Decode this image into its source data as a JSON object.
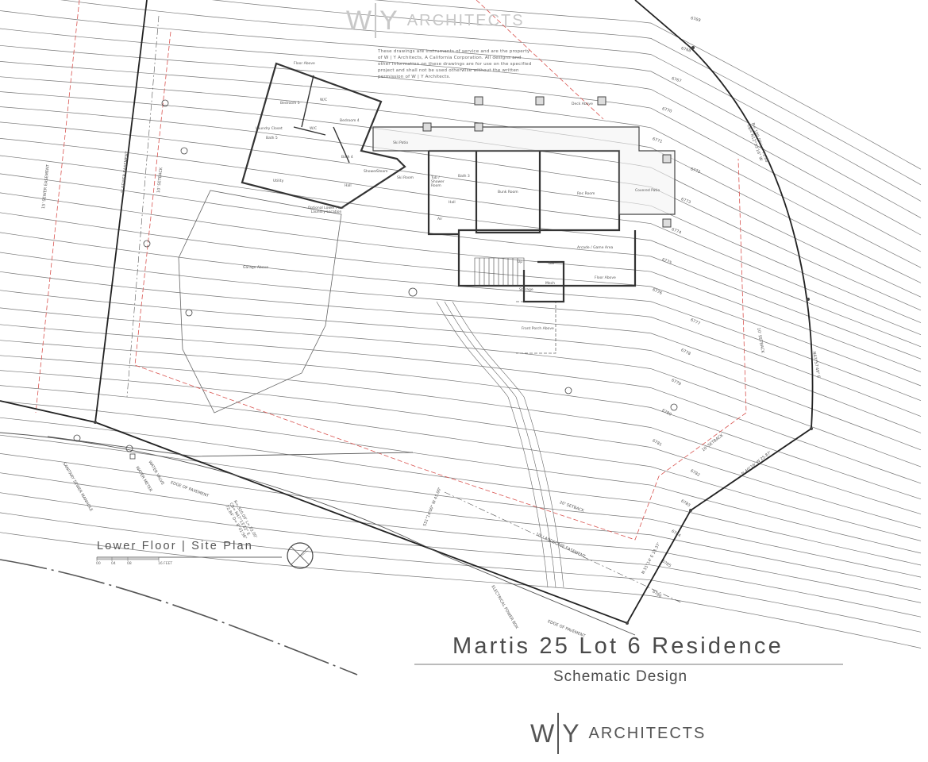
{
  "watermark": {
    "mark_left": "W",
    "mark_right": "Y",
    "firm": "ARCHITECTS"
  },
  "disclaimer": "These drawings are instruments of service and are the property of W | Y Architects, A California Corporation. All designs and other information on these drawings are for use on the specified project and shall not be used otherwise without the written permission of W | Y Architects.",
  "rooms": {
    "floor_above_top": "Floor Above",
    "bedroom5": "Bedroom 5",
    "bedroom4": "Bedroom 4",
    "wc1": "W/C",
    "wc2": "W/C",
    "laundry": "Laundry Closet",
    "bath5": "Bath 5",
    "bath4": "Bath 4",
    "shower": "Shower",
    "steam": "Steam",
    "utility": "Utility",
    "hall1": "Hall",
    "optional_laundry": "Optional Lower Floor Laundry Location",
    "ski_patio": "Ski Patio",
    "ski_room": "Ski Room",
    "tub_shower": "Tub / Shower Room",
    "bath3": "Bath 3",
    "hall2": "Hall",
    "air": "Air",
    "bunk_room": "Bunk Room",
    "rec_room": "Rec Room",
    "covered_patio": "Covered Patio",
    "deck_above": "Deck Above",
    "arcade": "Arcade / Game Area",
    "bar": "Bar",
    "up": "Up",
    "mech": "Mech",
    "storage": "Storage",
    "floor_above": "Floor Above",
    "garage_above": "Garage Above",
    "front_porch_above": "Front Porch Above"
  },
  "site": {
    "sewer_easement_15": "15' SEWER EASEMENT",
    "sewer_easement_5": "5' SEWER EASEMENT",
    "setback_10_left": "10' SETBACK",
    "setback_10_right": "10' SETBACK",
    "setback_10_lower": "10' SETBACK",
    "setback_20": "20' SETBACK",
    "landscape_easement": "10' LANDSCAPE EASEMENT",
    "edge_pavement_1": "EDGE OF PAVEMENT",
    "edge_pavement_2": "EDGE OF PAVEMENT",
    "sewer_manhole": "SANITARY SEWER MANHOLE",
    "water_meter": "WATER METER",
    "water_valve": "WATER VALVE",
    "power_box": "ELECTRICAL POWER BOX",
    "bearing_front": "S51°14'00\" W 45.00'",
    "curve_front": "R= 320.00' L= 72.00' CB= N47°13'32\" E 72.84' D= 8°01'36\"",
    "curve_right": "R= 100.00' L= 71.88' CB= N12°33'16\" W",
    "bearing_right": "N63°57'49\" E",
    "bearing_lower_right": "N 40°16' W 25.87'",
    "bearing_corner": "N 51°14' E 33.37'",
    "contours": [
      "6769",
      "6768",
      "6767",
      "6770",
      "6771",
      "6772",
      "6773",
      "6774",
      "6775",
      "6776",
      "6777",
      "6778",
      "6779",
      "6780",
      "6781",
      "6782",
      "6783",
      "6784",
      "6785",
      "6786"
    ]
  },
  "plan": {
    "title": "Lower Floor | Site Plan",
    "scale_ticks": [
      "00",
      "04",
      "08",
      "16 FEET"
    ]
  },
  "title_block": {
    "project": "Martis 25 Lot 6 Residence",
    "phase": "Schematic Design",
    "logo_left": "W",
    "logo_right": "Y",
    "logo_firm": "ARCHITECTS"
  },
  "colors": {
    "linework": "#555555",
    "property_line": "#222222",
    "setback": "#d9534f",
    "text": "#4a4a4a",
    "watermark": "#c8c8c8"
  }
}
